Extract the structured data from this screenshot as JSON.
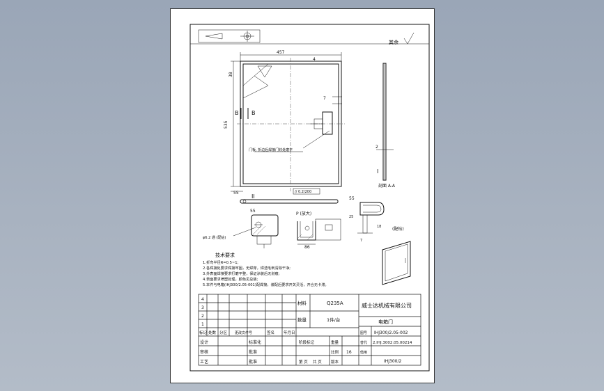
{
  "annotations": {
    "roughness": "其余",
    "width_dim": "457",
    "height_dim": "535",
    "dim_4": "4",
    "dim_38": "38",
    "dim_7": "7",
    "dim_55": "55",
    "section_b": "B",
    "section_label_b": "B",
    "roman_one": "I",
    "roman_two": "II",
    "dim_2": "2",
    "section_aa": "剖面 A-A",
    "tolerance_box": "// 0.2/200",
    "part_note": "门板, 折边后焊接门铰处磨平",
    "hole_note": "φ6.2 通 (配钻)",
    "view_d": "(配钻)",
    "label_p": "P (放大)",
    "dim_86": "86",
    "dim_25": "25",
    "dim_18": "18",
    "dim_7b": "7"
  },
  "tech_requirements": {
    "title": "技术要求",
    "items": [
      "1.折弯半径R=0.5~1;",
      "2.各焊接处要求焊接牢固，无焊穿，焊渣毛刺清除干净;",
      "3.外表面焊接要求打磨平整，保证涂装后无划痕;",
      "4.表面要求喷塑处理，颜色见总装;",
      "5.本件与电箱(IHJ300/2.05-001)配焊接，装配后要求开关灵活，开合无卡滞。"
    ]
  },
  "title_block": {
    "material_label": "材料",
    "material_value": "Q235A",
    "company": "威士达机械有限公司",
    "quantity_label": "数量",
    "quantity_value": "1件/台",
    "part_name": "电箱门",
    "drawing_no": "IHJ300/2.05-002",
    "assembly_no": "2.IHJ.3002.05.00214",
    "product_no": "IHJ300/2",
    "rev_rows": [
      "4",
      "3",
      "2",
      "1"
    ],
    "col_mark": "标记",
    "col_count": "处数",
    "col_zone": "分区",
    "col_docno": "更改文件号",
    "col_sign": "签名",
    "col_date": "年月日",
    "stage_mark": "阶段标记",
    "weight": "重量",
    "scale": "比例",
    "scale_value": "16",
    "design": "设计",
    "check": "审核",
    "process": "工艺",
    "standard": "标准化",
    "approve": "批准",
    "sheet_total": "共 页",
    "sheet_no": "第 页",
    "version": "版本",
    "drawing_no_label": "图号",
    "replace": "替代",
    "borrow": "借用"
  },
  "colors": {
    "background": "#a8b2c0",
    "paper": "#ffffff",
    "ink": "#111111"
  }
}
